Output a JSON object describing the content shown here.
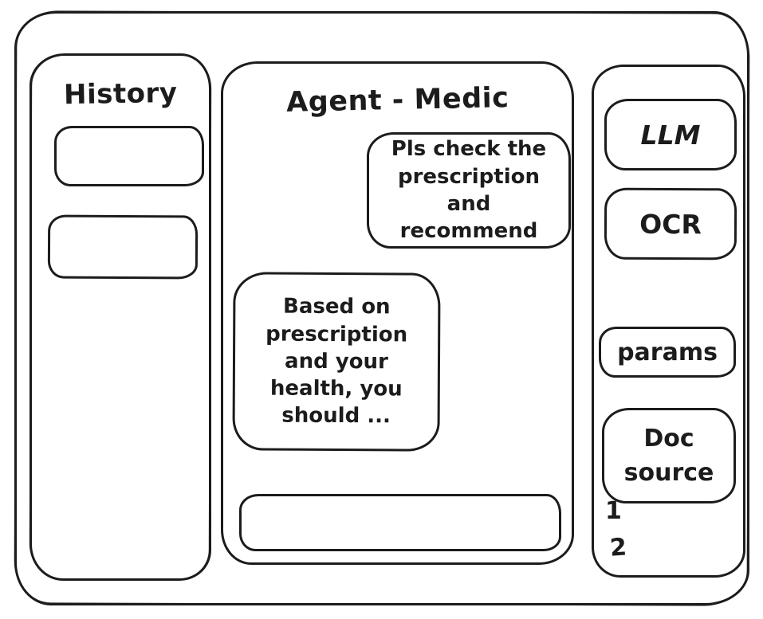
{
  "colors": {
    "ink": "#1c1c1c",
    "background": "#ffffff"
  },
  "history": {
    "title": "History",
    "items": [
      {
        "label": ""
      },
      {
        "label": ""
      }
    ]
  },
  "chat": {
    "title": "Agent - Medic",
    "messages": [
      {
        "role": "user",
        "text": "Pls check the prescription and recommend"
      },
      {
        "role": "agent",
        "text": "Based on prescription and your health, you should ..."
      }
    ],
    "input": {
      "value": "",
      "placeholder": ""
    }
  },
  "tools": {
    "buttons": [
      {
        "label": "LLM"
      },
      {
        "label": "OCR"
      },
      {
        "label": "params"
      },
      {
        "label": "Doc source"
      }
    ],
    "doc_sources": [
      "1",
      "2"
    ]
  }
}
